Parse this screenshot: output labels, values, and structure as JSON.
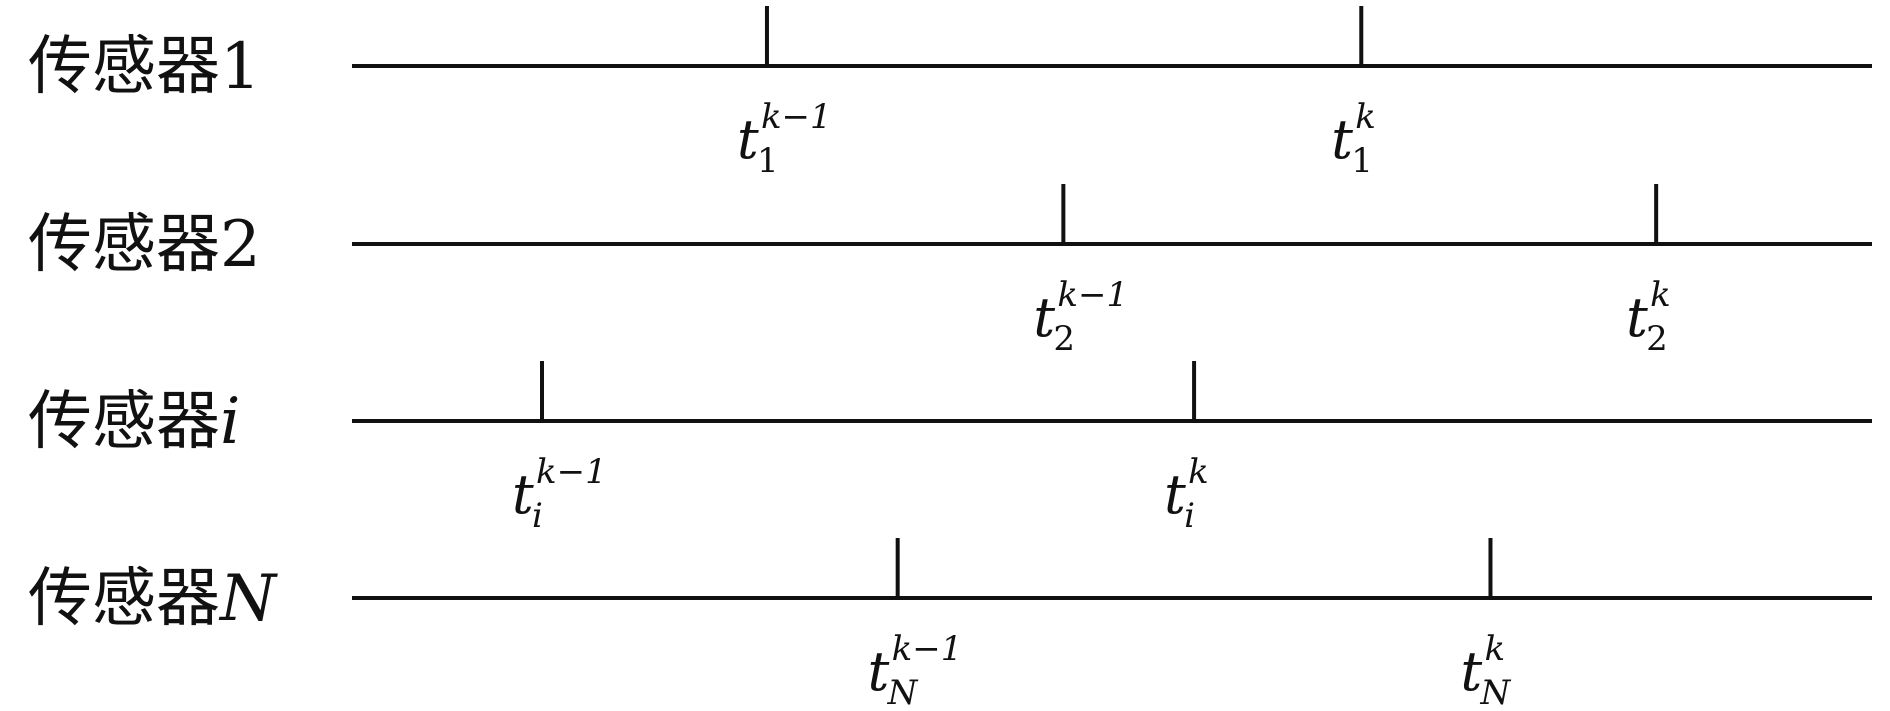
{
  "diagram": {
    "rows": [
      {
        "label_prefix": "传感器",
        "label_var": "1",
        "label_var_italic": false,
        "ticks": [
          {
            "pos": 0.273,
            "base": "t",
            "sub": "1",
            "sup": "k−1",
            "sub_italic": false
          },
          {
            "pos": 0.664,
            "base": "t",
            "sub": "1",
            "sup": "k",
            "sub_italic": false
          }
        ]
      },
      {
        "label_prefix": "传感器",
        "label_var": "2",
        "label_var_italic": false,
        "ticks": [
          {
            "pos": 0.468,
            "base": "t",
            "sub": "2",
            "sup": "k−1",
            "sub_italic": false
          },
          {
            "pos": 0.858,
            "base": "t",
            "sub": "2",
            "sup": "k",
            "sub_italic": false
          }
        ]
      },
      {
        "label_prefix": "传感器",
        "label_var": "i",
        "label_var_italic": true,
        "ticks": [
          {
            "pos": 0.125,
            "base": "t",
            "sub": "i",
            "sup": "k−1",
            "sub_italic": true
          },
          {
            "pos": 0.554,
            "base": "t",
            "sub": "i",
            "sup": "k",
            "sub_italic": true
          }
        ]
      },
      {
        "label_prefix": "传感器",
        "label_var": "N",
        "label_var_italic": true,
        "ticks": [
          {
            "pos": 0.359,
            "base": "t",
            "sub": "N",
            "sup": "k−1",
            "sub_italic": true
          },
          {
            "pos": 0.749,
            "base": "t",
            "sub": "N",
            "sup": "k",
            "sub_italic": true
          }
        ]
      }
    ]
  }
}
